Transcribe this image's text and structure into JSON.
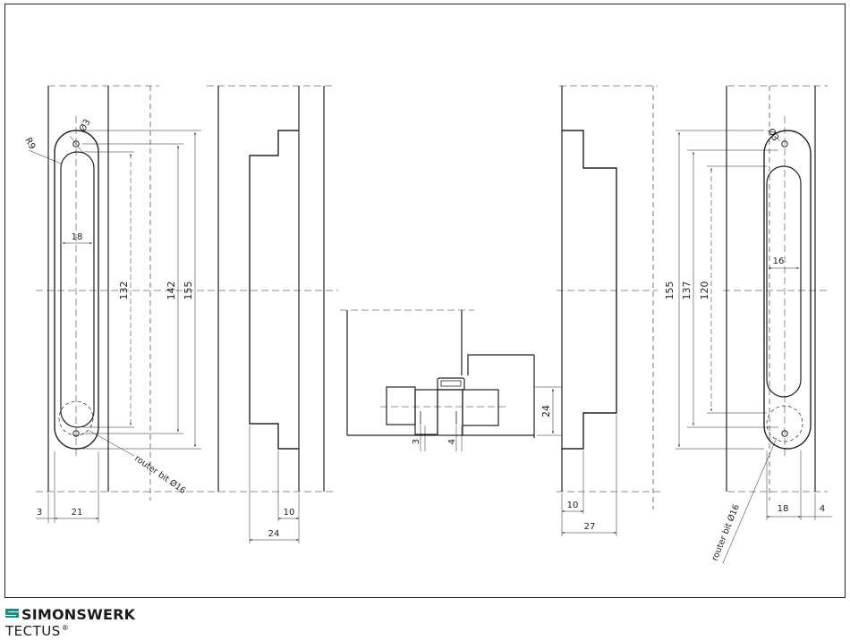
{
  "brand": {
    "name": "SIMONSWERK",
    "product": "TECTUS",
    "registered_mark": "®",
    "logo_color": "#1a8f87"
  },
  "dimensions": {
    "left_view": {
      "radius": "R9",
      "hole_dia": "Ø3",
      "slot_width": "18",
      "len_132": "132",
      "len_142": "142",
      "len_155": "155",
      "offset_3": "3",
      "width_21": "21",
      "router_bit": "router bit Ø16"
    },
    "left_side": {
      "depth_10": "10",
      "depth_24": "24"
    },
    "section": {
      "height_24": "24",
      "gap_3": "3",
      "gap_4": "4"
    },
    "right_side": {
      "len_155": "155",
      "depth_10": "10",
      "depth_27": "27"
    },
    "right_view": {
      "hole_dia": "Ø3",
      "len_137": "137",
      "len_120": "120",
      "slot_width": "16",
      "width_18": "18",
      "offset_4": "4",
      "router_bit": "router bit Ø16"
    }
  }
}
